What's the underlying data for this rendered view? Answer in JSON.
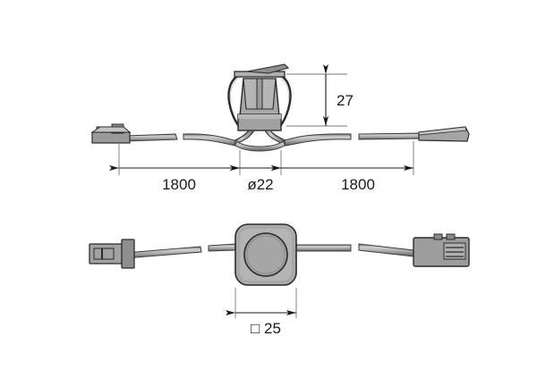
{
  "drawing": {
    "title": "Recessed luminaire dimensional drawing",
    "background_color": "#ffffff",
    "line_color": "#2b2b2b",
    "body_fill": "#a8a8a8",
    "body_fill_light": "#c0c0c0",
    "body_fill_dark": "#8c8c8c",
    "cable_fill": "#b4b4b4",
    "cable_edge": "#4a4a4a"
  },
  "views": {
    "side_view": {
      "name": "side-elevation-view",
      "fixture_name": "recessed-downlight-housing",
      "left_connector_name": "left-cable-connector",
      "right_connector_name": "right-cable-connector"
    },
    "plan_view": {
      "name": "plan-top-view",
      "fixture_name": "square-luminaire-body",
      "left_connector_name": "plan-left-cable-connector",
      "right_connector_name": "plan-right-cable-plug"
    }
  },
  "dimensions": {
    "height": {
      "label": "27",
      "name": "dimension-height-27",
      "orientation": "vertical"
    },
    "left_cable": {
      "label": "1800",
      "name": "dimension-left-cable-1800",
      "orientation": "horizontal"
    },
    "diameter": {
      "label": "ø22",
      "name": "dimension-diameter-22",
      "orientation": "horizontal"
    },
    "right_cable": {
      "label": "1800",
      "name": "dimension-right-cable-1800",
      "orientation": "horizontal"
    },
    "square_width": {
      "label": "□ 25",
      "name": "dimension-square-width-25",
      "orientation": "horizontal"
    }
  }
}
